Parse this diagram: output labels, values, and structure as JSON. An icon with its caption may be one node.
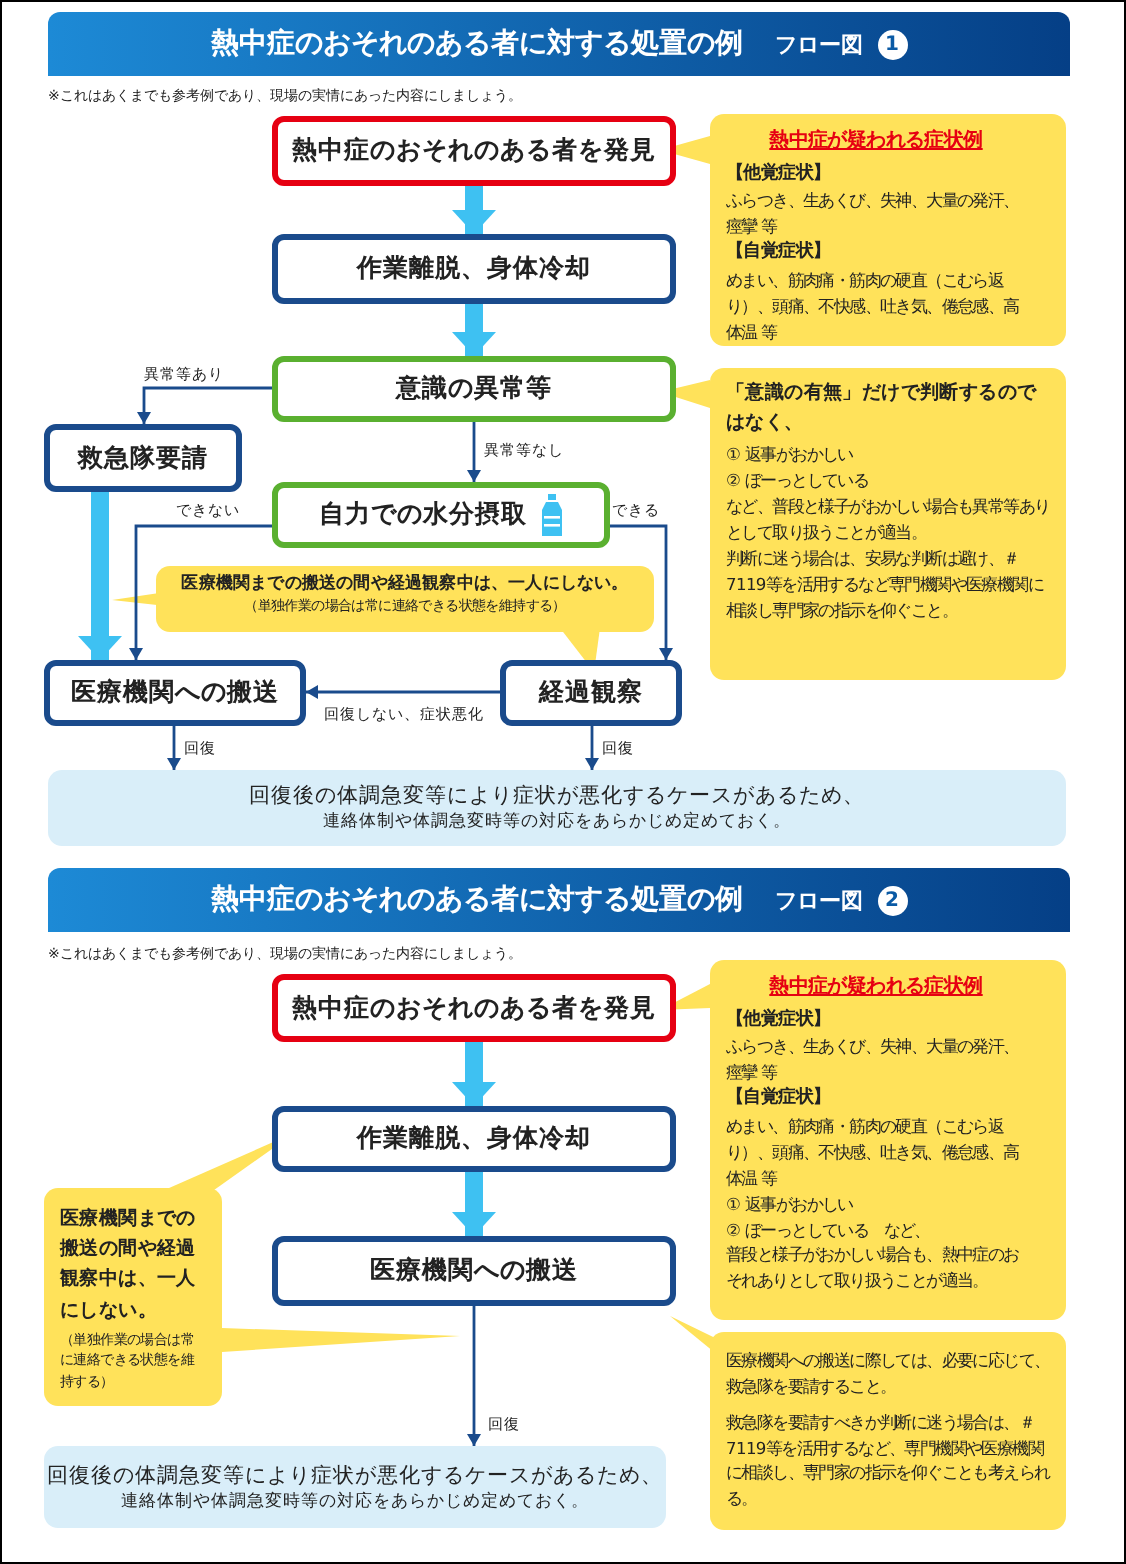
{
  "diagram": {
    "nodes": [
      {
        "text": [
          "熱中症のおそれのある者に対する処置の例",
          "フロー図",
          "1"
        ]
      },
      {
        "text": [
          "熱中症のおそれのある者を発見"
        ]
      },
      {
        "text": [
          "熱中症が疑われる症状例",
          "【他覚症状】",
          "ふらつき、生あくび、失神、大量の発汗、痙攣 等",
          "【自覚症状】",
          "めまい、筋肉痛・筋肉の硬直（こむら返り）、頭痛、不快感、吐き気、倦怠感、高体温 等"
        ]
      },
      {
        "text": [
          "作業離脱、身体冷却"
        ]
      },
      {
        "text": [
          "意識の異常等"
        ]
      },
      {
        "text": [
          "「意識の有無」だけで判断するのではなく、",
          "① 返事がおかしい",
          "② ぼーっとしている",
          "など、普段と様子がおかしい場合も異常等ありとして取り扱うことが適当。",
          "判断に迷う場合は、安易な判断は避け、＃7119等を活用するなど専門機関や医療機関に相談し専門家の指示を仰ぐこと。"
        ]
      },
      {
        "text": [
          "救急隊要請"
        ]
      },
      {
        "text": [
          "自力での水分摂取"
        ]
      },
      {
        "text": [
          "医療機関までの搬送の間や経過観察中は、一人にしない。",
          "（単独作業の場合は常に連絡できる状態を維持する）"
        ]
      },
      {
        "text": [
          "医療機関への搬送"
        ]
      },
      {
        "text": [
          "経過観察"
        ]
      },
      {
        "text": [
          "回復後の体調急変等により症状が悪化するケースがあるため、",
          "連絡体制や体調急変時等の対応をあらかじめ定めておく。"
        ]
      },
      {
        "text": [
          "熱中症のおそれのある者に対する処置の例",
          "フロー図",
          "2"
        ]
      },
      {
        "text": [
          "熱中症のおそれのある者を発見"
        ]
      },
      {
        "text": [
          "熱中症が疑われる症状例",
          "【他覚症状】",
          "ふらつき、生あくび、失神、大量の発汗、痙攣 等",
          "【自覚症状】",
          "めまい、筋肉痛・筋肉の硬直（こむら返り）、頭痛、不快感、吐き気、倦怠感、高体温 等",
          "① 返事がおかしい",
          "② ぼーっとしている　など、",
          "普段と様子がおかしい場合も、熱中症のおそれありとして取り扱うことが適当。"
        ]
      },
      {
        "text": [
          "作業離脱、身体冷却"
        ]
      },
      {
        "text": [
          "医療機関までの搬送の間や経過観察中は、一人にしない。",
          "（単独作業の場合は常に連絡できる状態を維持する）"
        ]
      },
      {
        "text": [
          "医療機関への搬送"
        ]
      },
      {
        "text": [
          "医療機関への搬送に際しては、必要に応じて、救急隊を要請すること。",
          "救急隊を要請すべきか判断に迷う場合は、＃7119等を活用するなど、専門機関や医療機関に相談し、専門家の指示を仰ぐことも考えられる。"
        ]
      },
      {
        "text": [
          "回復後の体調急変等により症状が悪化するケースがあるため、",
          "連絡体制や体調急変時等の対応をあらかじめ定めておく。"
        ]
      }
    ],
    "edges": [
      {
        "from": 1,
        "to": 3,
        "arrow": "to",
        "style": "thick",
        "color": "#3ec1f2"
      },
      {
        "from": 3,
        "to": 4,
        "arrow": "to",
        "style": "thick",
        "color": "#3ec1f2"
      },
      {
        "from": 4,
        "to": 6,
        "arrow": "to",
        "label": "異常等あり"
      },
      {
        "from": 4,
        "to": 7,
        "arrow": "to",
        "label": "異常等なし"
      },
      {
        "from": 6,
        "to": 9,
        "arrow": "to",
        "style": "thick",
        "color": "#3ec1f2"
      },
      {
        "from": 7,
        "to": 9,
        "arrow": "to",
        "label": "できない"
      },
      {
        "from": 7,
        "to": 10,
        "arrow": "to",
        "label": "できる"
      },
      {
        "from": 10,
        "to": 9,
        "arrow": "to",
        "label": "回復しない、症状悪化"
      },
      {
        "from": 9,
        "to": 11,
        "arrow": "to",
        "label": "回復"
      },
      {
        "from": 10,
        "to": 11,
        "arrow": "to",
        "label": "回復"
      },
      {
        "from": 13,
        "to": 15,
        "arrow": "to",
        "style": "thick",
        "color": "#3ec1f2"
      },
      {
        "from": 15,
        "to": 17,
        "arrow": "to",
        "style": "thick",
        "color": "#3ec1f2"
      },
      {
        "from": 17,
        "to": 19,
        "arrow": "to",
        "label": "回復"
      }
    ],
    "labels": [
      "※これはあくまでも参考例であり、現場の実情にあった内容にしましょう。",
      "※これはあくまでも参考例であり、現場の実情にあった内容にしましょう。"
    ]
  }
}
